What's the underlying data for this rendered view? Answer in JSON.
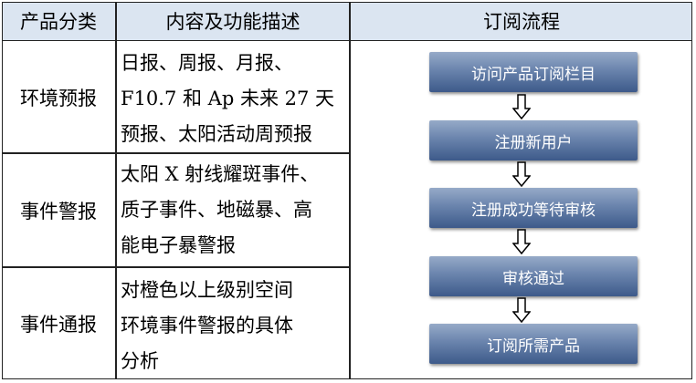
{
  "header": {
    "col1": "产品分类",
    "col2": "内容及功能描述",
    "col3": "订阅流程"
  },
  "rows": [
    {
      "category": "环境预报",
      "lines": [
        "日报、周报、月报、",
        "F10.7 和 Ap 未来 27 天",
        "预报、太阳活动周预报"
      ]
    },
    {
      "category": "事件警报",
      "lines": [
        "太阳 X 射线耀斑事件、",
        "质子事件、地磁暴、高",
        "能电子暴警报"
      ]
    },
    {
      "category": "事件通报",
      "lines": [
        "对橙色以上级别空间",
        "环境事件警报的具体",
        "分析"
      ]
    }
  ],
  "flow": {
    "steps": [
      "访问产品订阅栏目",
      "注册新用户",
      "注册成功等待审核",
      "审核通过",
      "订阅所需产品"
    ],
    "arrow_icon": "down-arrow-icon"
  }
}
